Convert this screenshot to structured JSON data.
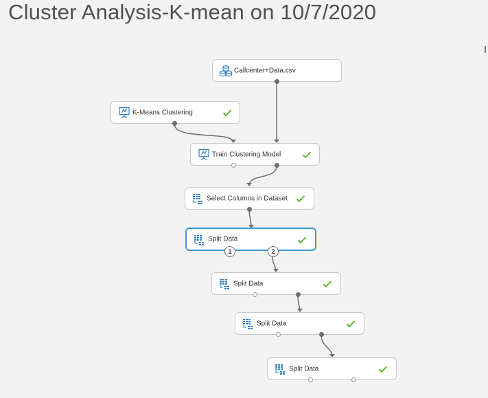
{
  "page": {
    "title": "Cluster Analysis-K-mean on 10/7/2020"
  },
  "modules": [
    {
      "id": "dataset",
      "label": "Callcenter+Data.csv",
      "icon": "dataset-icon",
      "status": "none"
    },
    {
      "id": "kmeans",
      "label": "K-Means Clustering",
      "icon": "model-icon",
      "status": "completed"
    },
    {
      "id": "train",
      "label": "Train Clustering Model",
      "icon": "model-icon",
      "status": "completed"
    },
    {
      "id": "select",
      "label": "Select Columns in Dataset",
      "icon": "table-transform-icon",
      "status": "completed"
    },
    {
      "id": "split1",
      "label": "Split Data",
      "icon": "table-transform-icon",
      "status": "completed",
      "selected": true,
      "outputs": [
        "1",
        "2"
      ]
    },
    {
      "id": "split2",
      "label": "Split Data",
      "icon": "table-transform-icon",
      "status": "completed"
    },
    {
      "id": "split3",
      "label": "Split Data",
      "icon": "table-transform-icon",
      "status": "completed"
    },
    {
      "id": "split4",
      "label": "Split Data",
      "icon": "table-transform-icon",
      "status": "completed"
    }
  ],
  "colors": {
    "accent": "#3a9ad9",
    "success": "#5cb82d",
    "wire": "#6e6e6e",
    "icon": "#2f7fc4"
  }
}
